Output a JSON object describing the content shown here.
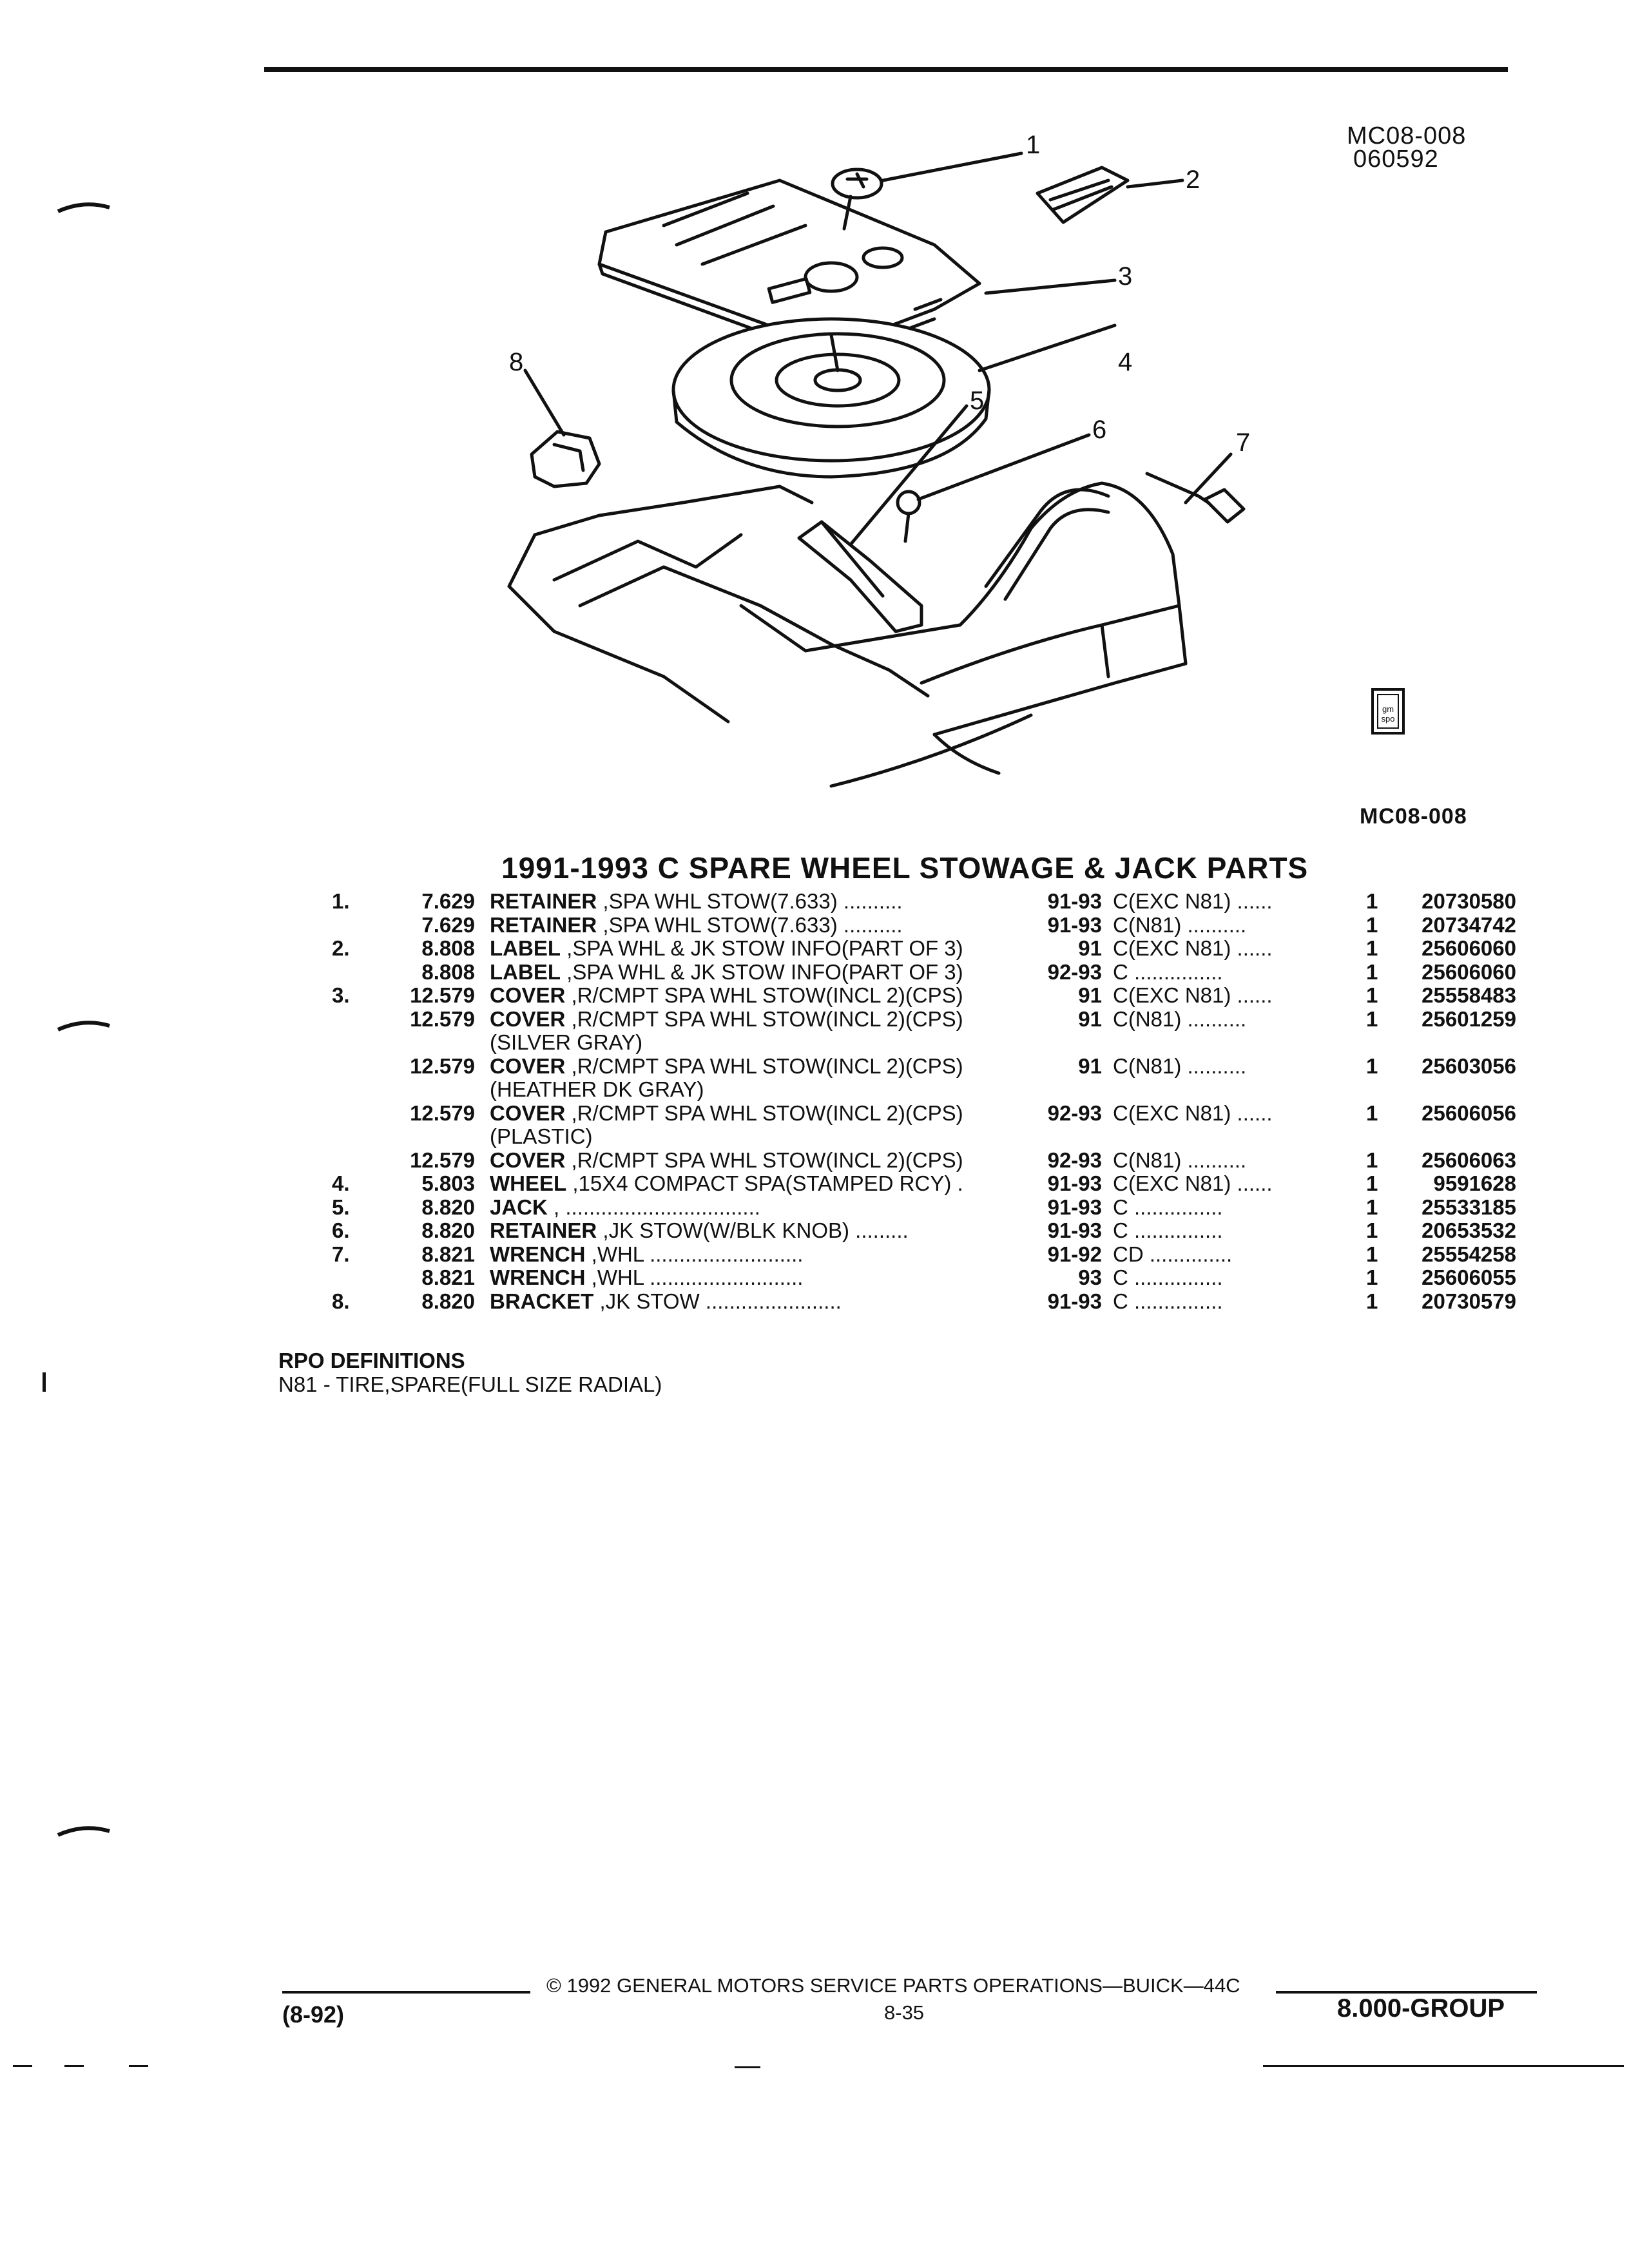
{
  "header": {
    "figure_code": "MC08-008",
    "figure_date": "060592",
    "figure_code_repeat": "MC08-008",
    "logo_text": "gm spo"
  },
  "callouts": [
    "1",
    "2",
    "3",
    "4",
    "5",
    "6",
    "7",
    "8"
  ],
  "section_title": "1991-1993 C SPARE WHEEL STOWAGE & JACK PARTS",
  "parts": [
    {
      "idx": "1.",
      "ref": "7.629",
      "name": "RETAINER",
      "desc": ",SPA WHL STOW(7.633) ..........",
      "years": "91-93",
      "models": "C(EXC N81) ......",
      "qty": "1",
      "part": "20730580"
    },
    {
      "idx": "",
      "ref": "7.629",
      "name": "RETAINER",
      "desc": ",SPA WHL STOW(7.633) ..........",
      "years": "91-93",
      "models": "C(N81) ..........",
      "qty": "1",
      "part": "20734742"
    },
    {
      "idx": "2.",
      "ref": "8.808",
      "name": "LABEL",
      "desc": ",SPA WHL & JK STOW INFO(PART OF 3)",
      "years": "91",
      "models": "C(EXC N81) ......",
      "qty": "1",
      "part": "25606060"
    },
    {
      "idx": "",
      "ref": "8.808",
      "name": "LABEL",
      "desc": ",SPA WHL & JK STOW INFO(PART OF 3)",
      "years": "92-93",
      "models": "C ...............",
      "qty": "1",
      "part": "25606060"
    },
    {
      "idx": "3.",
      "ref": "12.579",
      "name": "COVER",
      "desc": ",R/CMPT SPA WHL STOW(INCL 2)(CPS)",
      "years": "91",
      "models": "C(EXC N81) ......",
      "qty": "1",
      "part": "25558483"
    },
    {
      "idx": "",
      "ref": "12.579",
      "name": "COVER",
      "desc": ",R/CMPT SPA WHL STOW(INCL 2)(CPS)",
      "sub": "(SILVER GRAY)",
      "years": "91",
      "models": "C(N81) ..........",
      "qty": "1",
      "part": "25601259"
    },
    {
      "idx": "",
      "ref": "12.579",
      "name": "COVER",
      "desc": ",R/CMPT SPA WHL STOW(INCL 2)(CPS)",
      "sub": "(HEATHER DK GRAY)",
      "years": "91",
      "models": "C(N81) ..........",
      "qty": "1",
      "part": "25603056"
    },
    {
      "idx": "",
      "ref": "12.579",
      "name": "COVER",
      "desc": ",R/CMPT SPA WHL STOW(INCL 2)(CPS)",
      "sub": "(PLASTIC)",
      "years": "92-93",
      "models": "C(EXC N81) ......",
      "qty": "1",
      "part": "25606056"
    },
    {
      "idx": "",
      "ref": "12.579",
      "name": "COVER",
      "desc": ",R/CMPT SPA WHL STOW(INCL 2)(CPS)",
      "years": "92-93",
      "models": "C(N81) ..........",
      "qty": "1",
      "part": "25606063"
    },
    {
      "idx": "4.",
      "ref": "5.803",
      "name": "WHEEL",
      "desc": ",15X4 COMPACT SPA(STAMPED RCY) .",
      "years": "91-93",
      "models": "C(EXC N81) ......",
      "qty": "1",
      "part": "9591628"
    },
    {
      "idx": "5.",
      "ref": "8.820",
      "name": "JACK",
      "desc": ", .................................",
      "years": "91-93",
      "models": "C ...............",
      "qty": "1",
      "part": "25533185"
    },
    {
      "idx": "6.",
      "ref": "8.820",
      "name": "RETAINER",
      "desc": ",JK STOW(W/BLK KNOB) .........",
      "years": "91-93",
      "models": "C ...............",
      "qty": "1",
      "part": "20653532"
    },
    {
      "idx": "7.",
      "ref": "8.821",
      "name": "WRENCH",
      "desc": ",WHL ..........................",
      "years": "91-92",
      "models": "CD ..............",
      "qty": "1",
      "part": "25554258"
    },
    {
      "idx": "",
      "ref": "8.821",
      "name": "WRENCH",
      "desc": ",WHL ..........................",
      "years": "93",
      "models": "C ...............",
      "qty": "1",
      "part": "25606055"
    },
    {
      "idx": "8.",
      "ref": "8.820",
      "name": "BRACKET",
      "desc": ",JK STOW .......................",
      "years": "91-93",
      "models": "C ...............",
      "qty": "1",
      "part": "20730579"
    }
  ],
  "rpo": {
    "heading": "RPO DEFINITIONS",
    "line": "N81 - TIRE,SPARE(FULL SIZE RADIAL)"
  },
  "footer": {
    "date_code": "(8-92)",
    "copyright": "© 1992 GENERAL MOTORS SERVICE PARTS OPERATIONS—BUICK—44C",
    "page": "8-35",
    "group": "8.000-GROUP"
  }
}
